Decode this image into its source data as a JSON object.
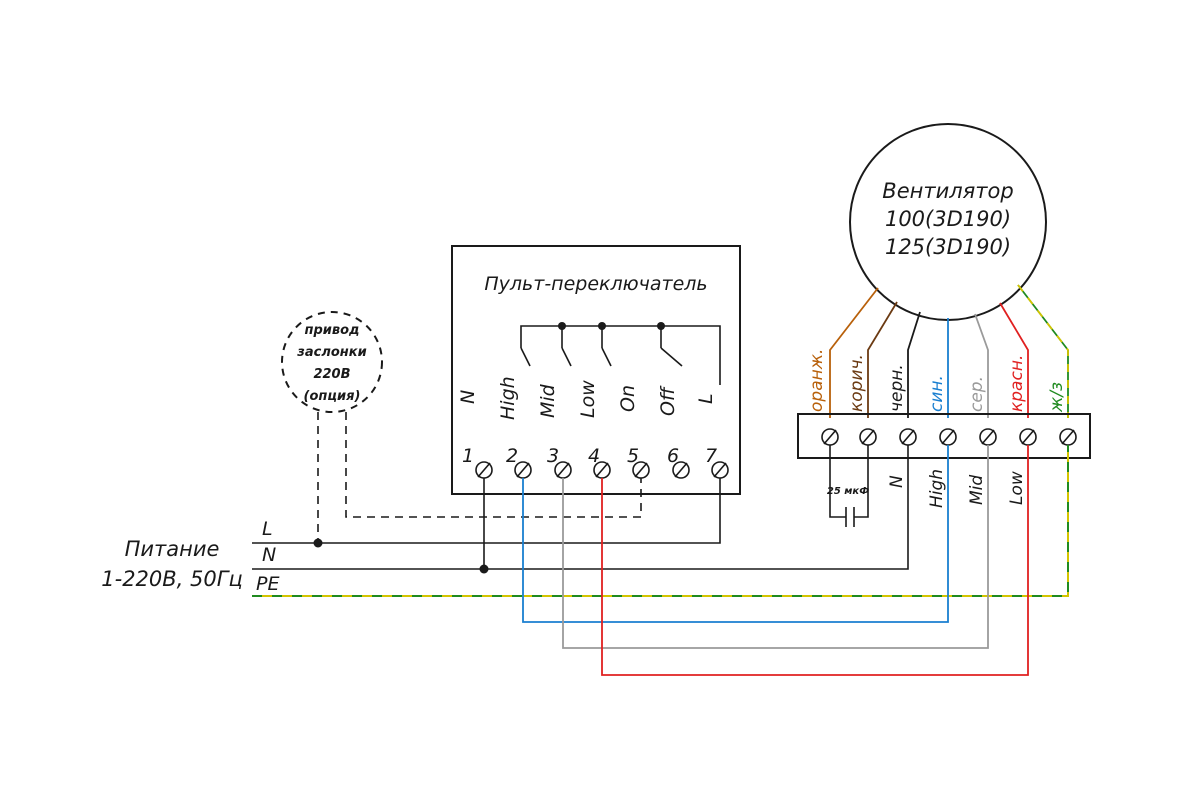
{
  "colors": {
    "ink": "#1a1a1a",
    "orange": "#b8600a",
    "blue": "#1a7fd0",
    "gray": "#9a9a9a",
    "red": "#e02020",
    "green": "#1f8a1f",
    "yellow": "#d4c400"
  },
  "fan": {
    "title": "Вентилятор",
    "model_1": "100(3D190)",
    "model_2": "125(3D190)"
  },
  "switch_panel": {
    "title": "Пульт-переключатель",
    "function_labels": [
      "N",
      "High",
      "Mid",
      "Low",
      "On",
      "Off",
      "L"
    ],
    "terminal_numbers": [
      "1",
      "2",
      "3",
      "4",
      "5",
      "6",
      "7"
    ]
  },
  "damper": {
    "line_1": "привод",
    "line_2": "заслонки",
    "line_3": "220В",
    "line_4": "(опция)"
  },
  "power": {
    "title": "Питание",
    "spec": "1-220В, 50Гц",
    "line_labels": [
      "L",
      "N",
      "PE"
    ]
  },
  "fan_terminal_block": {
    "wire_colors": [
      "оранж.",
      "корич.",
      "черн.",
      "син.",
      "сер.",
      "красн.",
      "ж/з"
    ],
    "wire_color_hex": [
      "#b8600a",
      "#6b3a12",
      "#1a1a1a",
      "#1a7fd0",
      "#9a9a9a",
      "#e02020",
      "#1f8a1f"
    ],
    "bottom_labels": [
      "N",
      "High",
      "Mid",
      "Low"
    ],
    "capacitor": "25 мкФ"
  }
}
